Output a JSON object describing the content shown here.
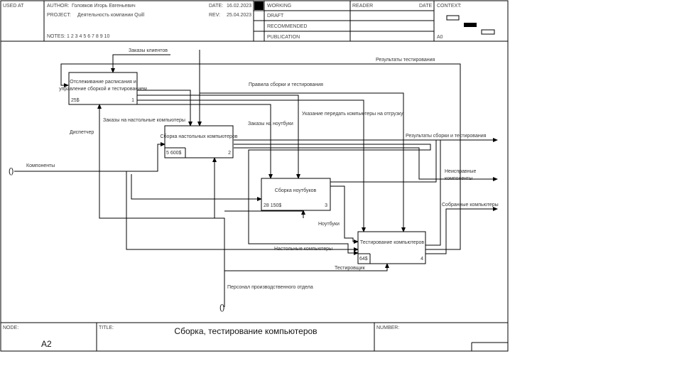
{
  "header": {
    "used_at": "USED AT",
    "author_label": "AUTHOR:",
    "author": "Головков Игорь Евгеньевич",
    "project_label": "PROJECT:",
    "project": "Деятельность компании Quill",
    "date_label": "DATE:",
    "date": "16.02.2023",
    "rev_label": "REV:",
    "rev": "25.04.2023",
    "notes": "NOTES:  1  2  3  4  5  6  7  8  9  10",
    "statuses": [
      "WORKING",
      "DRAFT",
      "RECOMMENDED",
      "PUBLICATION"
    ],
    "reader": "READER",
    "date_col": "DATE",
    "context": "CONTEXT:",
    "context_node": "A0"
  },
  "footer": {
    "node_label": "NODE:",
    "node": "A2",
    "title_label": "TITLE:",
    "title": "Сборка, тестирование компьютеров",
    "number_label": "NUMBER:"
  },
  "boxes": [
    {
      "name": "Отслеживание расписания и управление сборкой и тестированием",
      "line1": "Отслеживание расписания и",
      "line2": "управление сборкой и тестированием",
      "cost": "25$",
      "num": "1"
    },
    {
      "name": "Сборка настольных компьютеров",
      "line1": "Сборка настольных компьютеров",
      "cost": "5 600$",
      "num": "2"
    },
    {
      "name": "Сборка ноутбуков",
      "line1": "Сборка ноутбуков",
      "cost": "28 150$",
      "num": "3"
    },
    {
      "name": "Тестирование компьютеров",
      "line1": "Тестирование компьютеров",
      "cost": "64$",
      "num": "4"
    }
  ],
  "arrows": {
    "zakazy_klientov": "Заказы клиентов",
    "rezultaty_testirovaniya": "Результаты тестирования",
    "pravila": "Правила сборки и тестирования",
    "ukazanie": "Указание передать компьютеры на отгрузку",
    "zakazy_nastolnye": "Заказы на настольные компьютеры",
    "zakazy_noutbuki": "Заказы на ноутбуки",
    "rezultaty_sborki": "Результаты сборки и тестирования",
    "dispetcher": "Диспетчер",
    "komponenty": "Компоненты",
    "neispravnye_1": "Неисправные",
    "neispravnye_2": "компоненты",
    "sobrannye": "Собранные компьютеры",
    "noutbuki": "Ноутбуки",
    "nastolnye": "Настольные компьютеры",
    "testirovshchik": "Тестировщик",
    "personal": "Персонал производственного отдела"
  },
  "tunnel_markers": {
    "left": "()",
    "bottom": "()"
  }
}
